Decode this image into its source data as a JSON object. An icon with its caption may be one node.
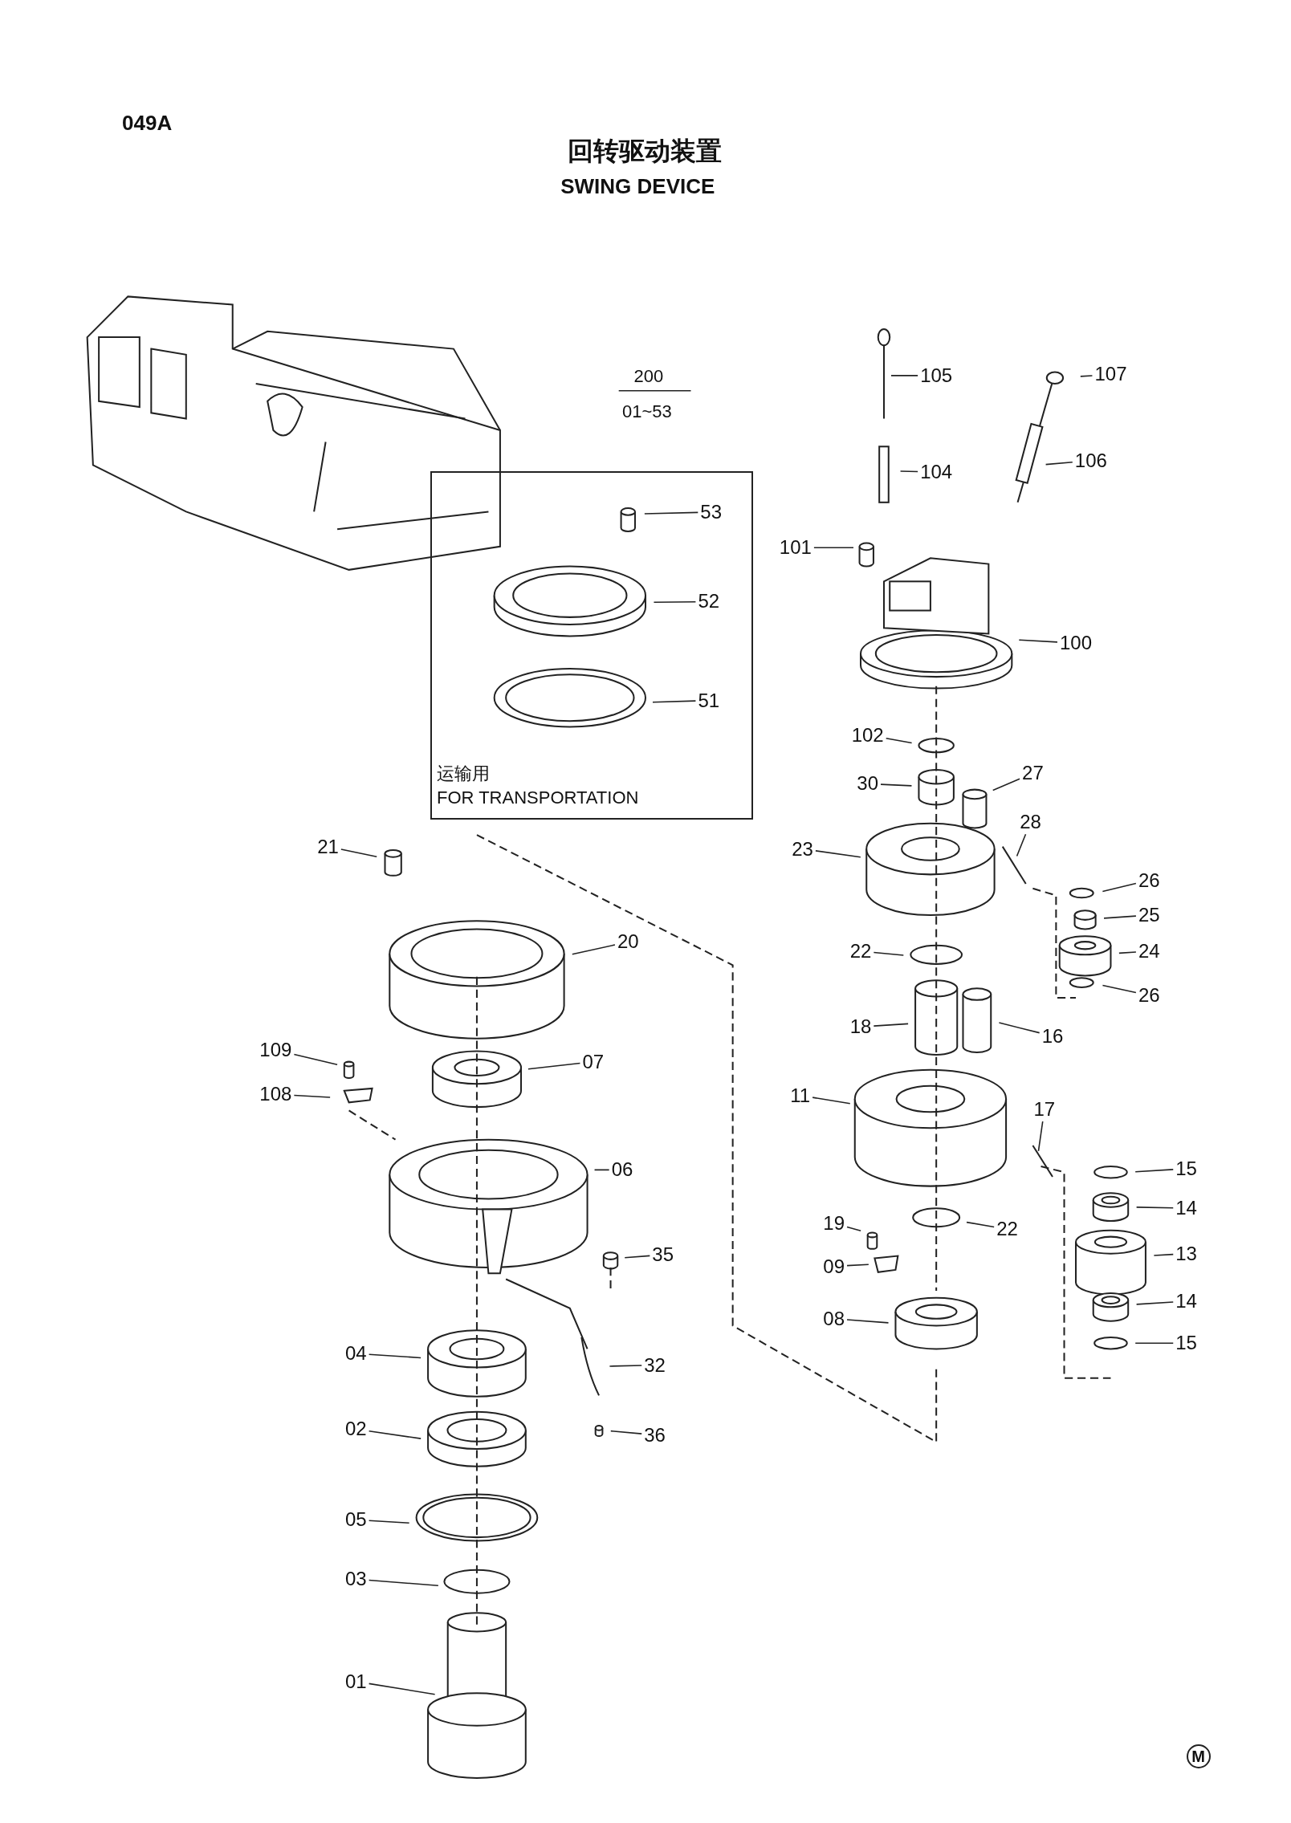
{
  "diagram": {
    "title": "回转驱动装置",
    "nodes": [
      {
        "text": [
          "运输用",
          "FOR TRANSPORTATION"
        ]
      },
      {
        "text": [
          "105"
        ]
      },
      {
        "text": [
          "107"
        ]
      },
      {
        "text": [
          "104"
        ]
      },
      {
        "text": [
          "106"
        ]
      },
      {
        "text": [
          "53"
        ],
        "in": 0
      },
      {
        "text": [
          "101"
        ]
      },
      {
        "text": [
          "52"
        ],
        "in": 0
      },
      {
        "text": [
          "100"
        ]
      },
      {
        "text": [
          "51"
        ],
        "in": 0
      },
      {
        "text": [
          "102"
        ]
      },
      {
        "text": [
          "27"
        ]
      },
      {
        "text": [
          "30"
        ]
      },
      {
        "text": [
          "28"
        ]
      },
      {
        "text": [
          "21"
        ]
      },
      {
        "text": [
          "23"
        ]
      },
      {
        "text": [
          "26"
        ]
      },
      {
        "text": [
          "25"
        ]
      },
      {
        "text": [
          "20"
        ]
      },
      {
        "text": [
          "22"
        ]
      },
      {
        "text": [
          "24"
        ]
      },
      {
        "text": [
          "26"
        ]
      },
      {
        "text": [
          "18"
        ]
      },
      {
        "text": [
          "16"
        ]
      },
      {
        "text": [
          "109"
        ]
      },
      {
        "text": [
          "07"
        ]
      },
      {
        "text": [
          "108"
        ]
      },
      {
        "text": [
          "11"
        ]
      },
      {
        "text": [
          "17"
        ]
      },
      {
        "text": [
          "15"
        ]
      },
      {
        "text": [
          "06"
        ]
      },
      {
        "text": [
          "14"
        ]
      },
      {
        "text": [
          "19"
        ]
      },
      {
        "text": [
          "22"
        ]
      },
      {
        "text": [
          "13"
        ]
      },
      {
        "text": [
          "35"
        ]
      },
      {
        "text": [
          "09"
        ]
      },
      {
        "text": [
          "14"
        ]
      },
      {
        "text": [
          "08"
        ]
      },
      {
        "text": [
          "15"
        ]
      },
      {
        "text": [
          "04"
        ]
      },
      {
        "text": [
          "32"
        ]
      },
      {
        "text": [
          "02"
        ]
      },
      {
        "text": [
          "36"
        ]
      },
      {
        "text": [
          "05"
        ]
      },
      {
        "text": [
          "03"
        ]
      },
      {
        "text": [
          "01"
        ]
      }
    ],
    "edges": [
      {
        "from": 1,
        "to": null,
        "arrow": "none"
      },
      {
        "from": 2,
        "to": null,
        "arrow": "none"
      },
      {
        "from": 3,
        "to": null,
        "arrow": "none"
      },
      {
        "from": 4,
        "to": null,
        "arrow": "none"
      },
      {
        "from": 5,
        "to": null,
        "arrow": "none"
      },
      {
        "from": 6,
        "to": null,
        "arrow": "none"
      },
      {
        "from": 7,
        "to": null,
        "arrow": "none"
      },
      {
        "from": 8,
        "to": null,
        "arrow": "none"
      },
      {
        "from": 9,
        "to": null,
        "arrow": "none"
      },
      {
        "from": 10,
        "to": null,
        "arrow": "none"
      },
      {
        "from": 11,
        "to": null,
        "arrow": "none"
      },
      {
        "from": 12,
        "to": null,
        "arrow": "none"
      },
      {
        "from": 13,
        "to": null,
        "arrow": "none"
      },
      {
        "from": 14,
        "to": null,
        "arrow": "none"
      },
      {
        "from": 15,
        "to": null,
        "arrow": "none"
      },
      {
        "from": 16,
        "to": null,
        "arrow": "none"
      },
      {
        "from": 17,
        "to": null,
        "arrow": "none"
      },
      {
        "from": 18,
        "to": null,
        "arrow": "none"
      },
      {
        "from": 19,
        "to": null,
        "arrow": "none"
      },
      {
        "from": 20,
        "to": null,
        "arrow": "none"
      },
      {
        "from": 21,
        "to": null,
        "arrow": "none"
      },
      {
        "from": 22,
        "to": null,
        "arrow": "none"
      },
      {
        "from": 23,
        "to": null,
        "arrow": "none"
      },
      {
        "from": 24,
        "to": null,
        "arrow": "none"
      },
      {
        "from": 25,
        "to": null,
        "arrow": "none"
      },
      {
        "from": 26,
        "to": null,
        "arrow": "none"
      },
      {
        "from": 27,
        "to": null,
        "arrow": "none"
      },
      {
        "from": 28,
        "to": null,
        "arrow": "none"
      },
      {
        "from": 29,
        "to": null,
        "arrow": "none"
      },
      {
        "from": 30,
        "to": null,
        "arrow": "none"
      },
      {
        "from": 31,
        "to": null,
        "arrow": "none"
      },
      {
        "from": 32,
        "to": null,
        "arrow": "none"
      },
      {
        "from": 33,
        "to": null,
        "arrow": "none"
      },
      {
        "from": 34,
        "to": null,
        "arrow": "none"
      },
      {
        "from": 35,
        "to": null,
        "arrow": "none"
      },
      {
        "from": 36,
        "to": null,
        "arrow": "none"
      },
      {
        "from": 37,
        "to": null,
        "arrow": "none"
      },
      {
        "from": 38,
        "to": null,
        "arrow": "none"
      },
      {
        "from": 39,
        "to": null,
        "arrow": "none"
      },
      {
        "from": 40,
        "to": null,
        "arrow": "none"
      },
      {
        "from": 41,
        "to": null,
        "arrow": "none"
      },
      {
        "from": 42,
        "to": null,
        "arrow": "none"
      },
      {
        "from": 43,
        "to": null,
        "arrow": "none"
      },
      {
        "from": 44,
        "to": null,
        "arrow": "none"
      },
      {
        "from": 45,
        "to": null,
        "arrow": "none"
      },
      {
        "from": 46,
        "to": null,
        "arrow": "none"
      }
    ],
    "labels": [
      "049A",
      "SWING DEVICE",
      "200",
      "01~53",
      "M"
    ]
  }
}
